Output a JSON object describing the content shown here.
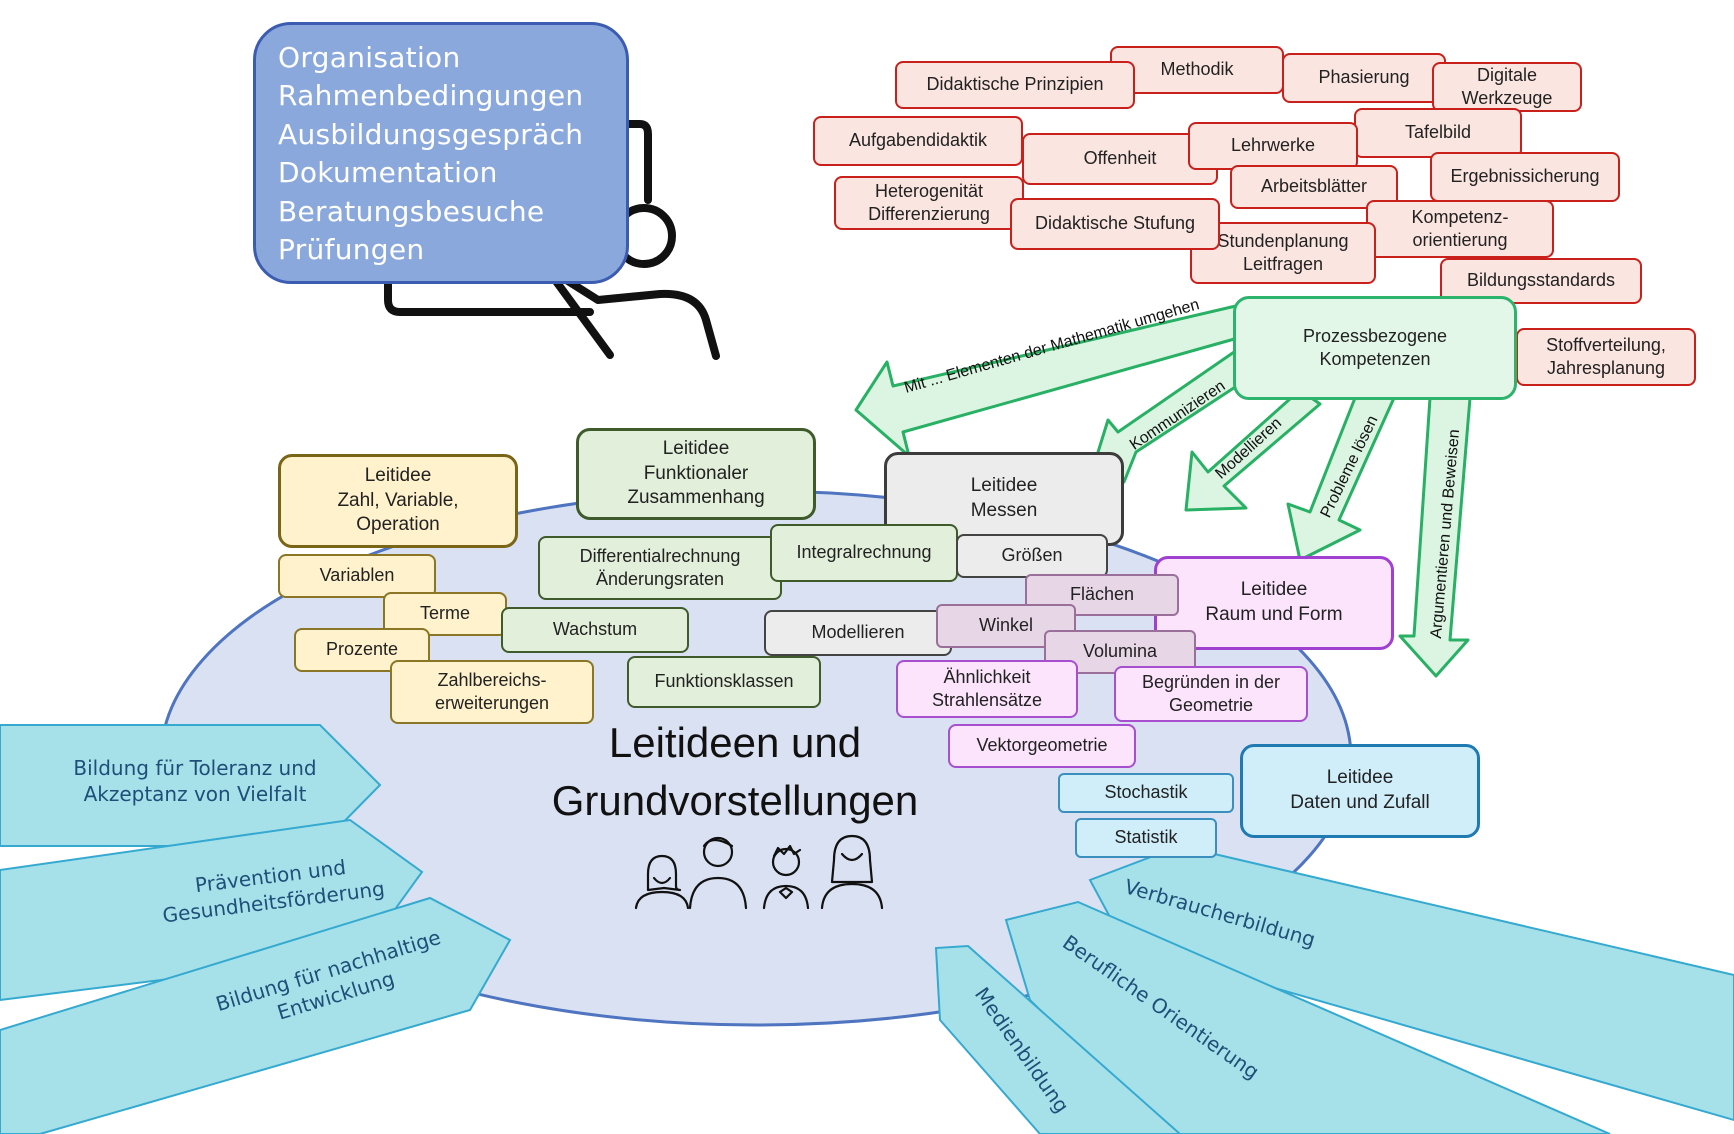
{
  "organisation": {
    "lines": [
      "Organisation",
      "Rahmenbedingungen",
      "Ausbildungsgespräch",
      "Dokumentation",
      "Beratungsbesuche",
      "Prüfungen"
    ]
  },
  "didactics": {
    "didaktische_prinzipien": "Didaktische Prinzipien",
    "methodik": "Methodik",
    "phasierung": "Phasierung",
    "digitale_werkzeuge": "Digitale\nWerkzeuge",
    "aufgabendidaktik": "Aufgabendidaktik",
    "offenheit": "Offenheit",
    "lehrwerke": "Lehrwerke",
    "tafelbild": "Tafelbild",
    "heterogenitaet": "Heterogenität\nDifferenzierung",
    "arbeitsblaetter": "Arbeitsblätter",
    "ergebnissicherung": "Ergebnissicherung",
    "didaktische_stufung": "Didaktische Stufung",
    "stundenplanung": "Stundenplanung\nLeitfragen",
    "kompetenzorientierung": "Kompetenz-\norientierung",
    "bildungsstandards": "Bildungsstandards",
    "stoffverteilung": "Stoffverteilung,\nJahresplanung"
  },
  "process": {
    "title": "Prozessbezogene\nKompetenzen",
    "arrows": {
      "mathematik": "Mit ... Elementen der Mathematik umgehen",
      "kommunizieren": "Kommunizieren",
      "modellieren": "Modellieren",
      "probleme": "Probleme lösen",
      "argumentieren": "Argumentieren und Beweisen"
    }
  },
  "leitideen": {
    "zahl": "Leitidee\nZahl, Variable,\nOperation",
    "funktional": "Leitidee\nFunktionaler\nZusammenhang",
    "messen": "Leitidee\nMessen",
    "raum": "Leitidee\nRaum und Form",
    "daten": "Leitidee\nDaten und Zufall"
  },
  "topics": {
    "variablen": "Variablen",
    "terme": "Terme",
    "prozente": "Prozente",
    "zahlbereich": "Zahlbereichs-\nerweiterungen",
    "wachstum": "Wachstum",
    "differential": "Differentialrechnung\nÄnderungsraten",
    "integral": "Integralrechnung",
    "funktionsklassen": "Funktionsklassen",
    "modellieren": "Modellieren",
    "groessen": "Größen",
    "flaechen": "Flächen",
    "winkel": "Winkel",
    "volumina": "Volumina",
    "aehnlichkeit": "Ähnlichkeit\nStrahlensätze",
    "begruenden": "Begründen  in der\nGeometrie",
    "vektorgeometrie": "Vektorgeometrie",
    "stochastik": "Stochastik",
    "statistik": "Statistik"
  },
  "center": {
    "title_line1": "Leitideen und",
    "title_line2": "Grundvorstellungen"
  },
  "cross_topics": {
    "toleranz": "Bildung für Toleranz und\nAkzeptanz von Vielfalt",
    "praevention": "Prävention und\nGesundheitsförderung",
    "nachhaltig": "Bildung für nachhaltige\nEntwicklung",
    "verbraucher": "Verbraucherbildung",
    "beruflich": "Berufliche Orientierung",
    "medien": "Medienbildung"
  },
  "icons": {
    "teacher": "teacher-at-board-icon",
    "people": "group-of-people-icon"
  },
  "colors": {
    "ellipse_fill": "#d9e1f2",
    "ellipse_stroke": "#4f74c0",
    "cross_topic_fill": "#a6e1ea",
    "cross_topic_stroke": "#35a9d0",
    "process_arrow_fill": "#dcf5e2",
    "process_arrow_stroke": "#28b064",
    "didactic_fill": "#fbe5e0",
    "didactic_stroke": "#c9201c"
  }
}
